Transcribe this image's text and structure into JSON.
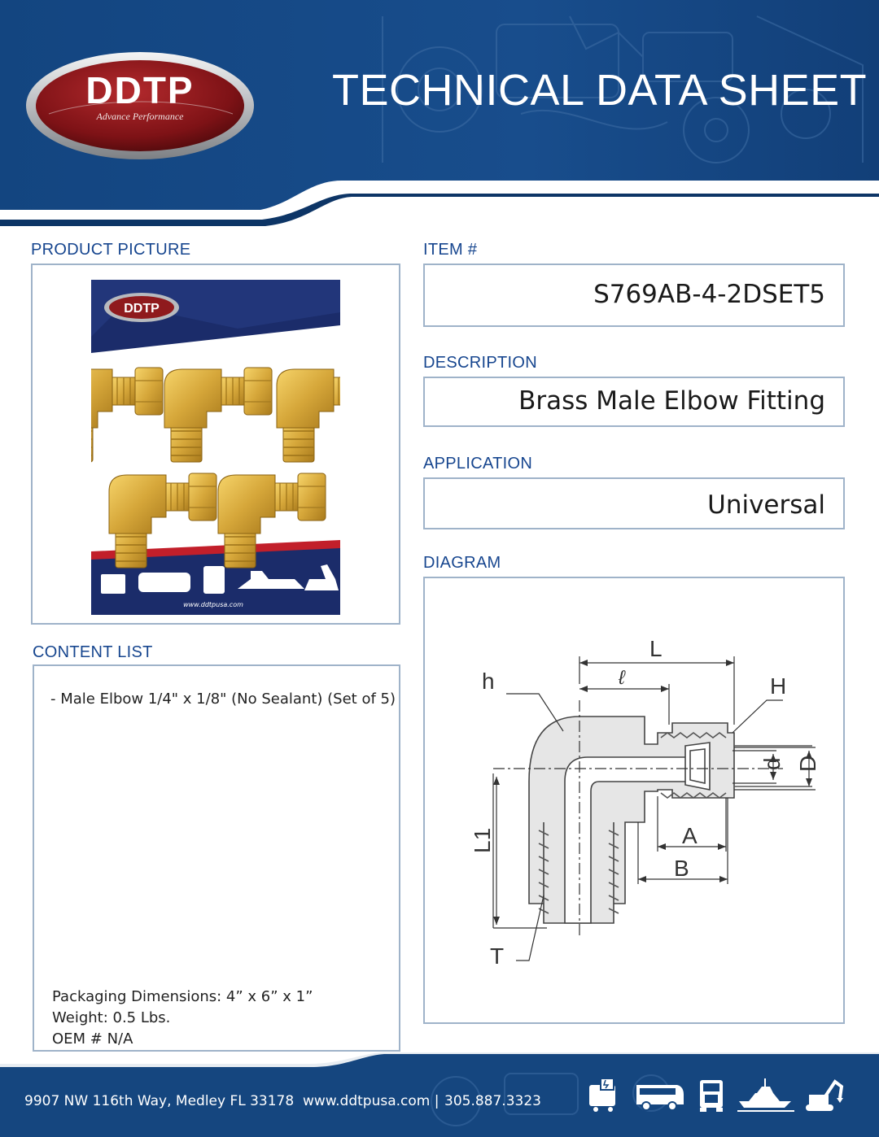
{
  "brand": {
    "logo": "DDTP",
    "tagline": "Advance Performance"
  },
  "header": {
    "title": "TECHNICAL DATA SHEET"
  },
  "sections": {
    "product_picture": "PRODUCT PICTURE",
    "item": "ITEM #",
    "description": "DESCRIPTION",
    "application": "APPLICATION",
    "diagram": "DIAGRAM",
    "content_list": "CONTENT LIST"
  },
  "product": {
    "item_number": "S769AB-4-2DSET5",
    "description": "Brass Male Elbow Fitting",
    "application": "Universal",
    "package_url": "www.ddtpusa.com"
  },
  "content": {
    "items": [
      "- Male Elbow 1/4\" x 1/8\"  (No Sealant) (Set of 5)"
    ],
    "packaging": "Packaging Dimensions: 4” x 6” x 1”",
    "weight": "Weight: 0.5  Lbs.",
    "oem": "OEM # N/A"
  },
  "diagram": {
    "labels": {
      "L": "L",
      "l": "ℓ",
      "h": "h",
      "H": "H",
      "d": "d",
      "D": "D",
      "A": "A",
      "B": "B",
      "L1": "L1",
      "T": "T"
    }
  },
  "footer": {
    "address": "9907 NW 116th Way, Medley FL 33178",
    "website": "www.ddtpusa.com |",
    "phone": "305.887.3323",
    "icons": [
      "generator-icon",
      "bus-icon",
      "truck-icon",
      "yacht-icon",
      "excavator-icon"
    ]
  },
  "colors": {
    "brand_blue": "#15467f",
    "dark_blue": "#0d3566",
    "label_blue": "#17468f",
    "box_border": "#9fb3c9",
    "logo_red": "#8f1a1d",
    "brass": "#d9ad3c"
  }
}
